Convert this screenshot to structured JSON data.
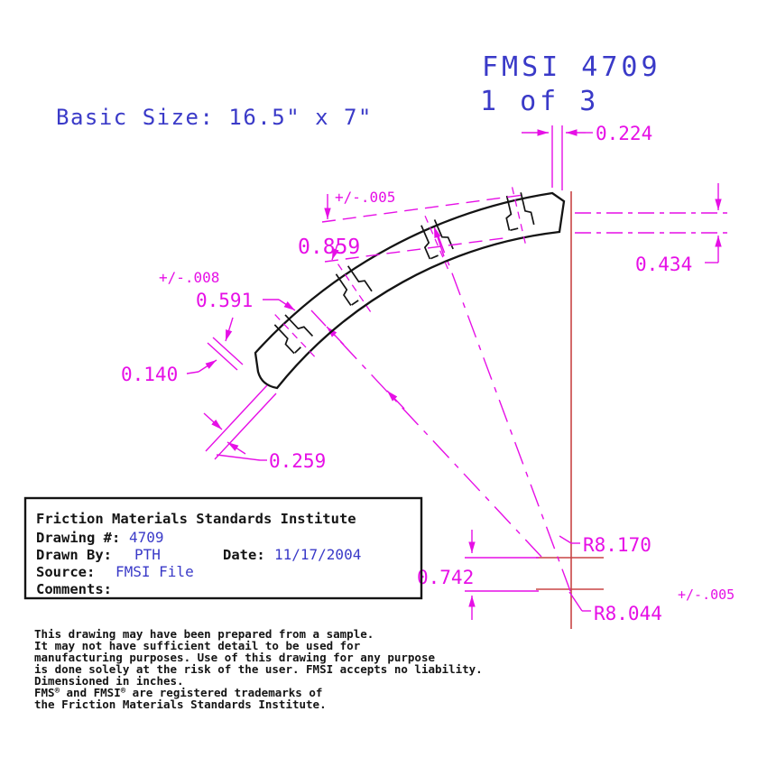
{
  "colors": {
    "magenta": "#E60FE6",
    "blue": "#3A3AC8",
    "red": "#C84545",
    "black": "#141414",
    "background": "#FFFFFF"
  },
  "header": {
    "drawing_number": "FMSI 4709",
    "sheet": "1 of 3",
    "basic_size": "Basic Size: 16.5\" x 7\""
  },
  "dimensions": {
    "d224": "0.224",
    "d434": "0.434",
    "tol_top": "+/-.005",
    "d859": "0.859",
    "tol_left": "+/-.008",
    "d591": "0.591",
    "d140": "0.140",
    "d259": "0.259",
    "r_outer": "R8.170",
    "d742": "0.742",
    "r_inner": "R8.044",
    "tol_r": "+/-.005"
  },
  "info_box": {
    "org": "Friction Materials Standards Institute",
    "drawing_label": "Drawing #:",
    "drawing_value": "4709",
    "drawn_label": "Drawn By:",
    "drawn_value": "PTH",
    "date_label": "Date:",
    "date_value": "11/17/2004",
    "source_label": "Source:",
    "source_value": "FMSI File",
    "comments_label": "Comments:"
  },
  "disclaimer": {
    "lines": [
      "This drawing may have been prepared from a sample.",
      "It may not have sufficient detail to be used for",
      "manufacturing purposes.  Use of this drawing for any purpose",
      "is done solely at the risk of the user. FMSI accepts no liability.",
      "Dimensioned in inches."
    ],
    "trademark": {
      "pre": "FMS",
      "reg1": "®",
      "mid": " and FMSI",
      "reg2": "®",
      "post": " are registered trademarks of"
    },
    "last_line": "the Friction Materials Standards Institute."
  }
}
